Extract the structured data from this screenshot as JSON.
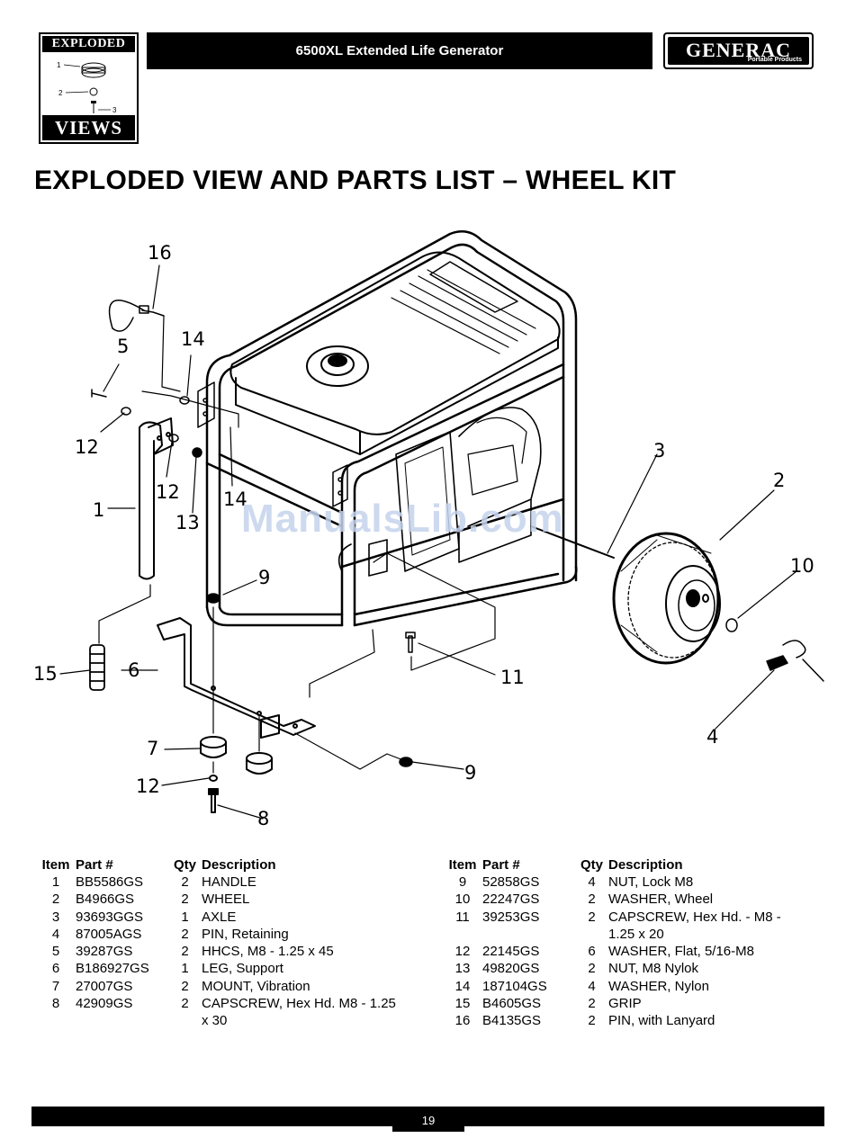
{
  "badge": {
    "top_word": "EXPLODED",
    "bottom_word": "VIEWS",
    "mini_callouts": [
      "1",
      "2",
      "3"
    ]
  },
  "header": {
    "title": "6500XL Extended Life Generator"
  },
  "logo": {
    "brand": "GENERAC",
    "tagline": "Portable Products"
  },
  "heading": "EXPLODED VIEW AND PARTS LIST – WHEEL KIT",
  "diagram": {
    "watermark": "ManualsLib.com",
    "callouts": [
      "16",
      "5",
      "14",
      "12",
      "12",
      "13",
      "14",
      "1",
      "3",
      "2",
      "10",
      "9",
      "15",
      "6",
      "11",
      "4",
      "7",
      "12",
      "9",
      "8"
    ]
  },
  "table_headers": {
    "item": "Item",
    "part": "Part #",
    "qty": "Qty",
    "desc": "Description"
  },
  "parts_left": [
    {
      "item": "1",
      "part": "BB5586GS",
      "qty": "2",
      "desc": "HANDLE"
    },
    {
      "item": "2",
      "part": "B4966GS",
      "qty": "2",
      "desc": "WHEEL"
    },
    {
      "item": "3",
      "part": "93693GGS",
      "qty": "1",
      "desc": "AXLE"
    },
    {
      "item": "4",
      "part": "87005AGS",
      "qty": "2",
      "desc": "PIN, Retaining"
    },
    {
      "item": "5",
      "part": "39287GS",
      "qty": "2",
      "desc": "HHCS, M8 - 1.25 x 45"
    },
    {
      "item": "6",
      "part": "B186927GS",
      "qty": "1",
      "desc": "LEG, Support"
    },
    {
      "item": "7",
      "part": "27007GS",
      "qty": "2",
      "desc": "MOUNT, Vibration"
    },
    {
      "item": "8",
      "part": "42909GS",
      "qty": "2",
      "desc": "CAPSCREW, Hex Hd. M8 - 1.25"
    },
    {
      "item": "",
      "part": "",
      "qty": "",
      "desc": "x 30"
    }
  ],
  "parts_right": [
    {
      "item": "9",
      "part": "52858GS",
      "qty": "4",
      "desc": "NUT, Lock M8"
    },
    {
      "item": "10",
      "part": "22247GS",
      "qty": "2",
      "desc": "WASHER, Wheel"
    },
    {
      "item": "11",
      "part": "39253GS",
      "qty": "2",
      "desc": "CAPSCREW, Hex Hd. - M8 -"
    },
    {
      "item": "",
      "part": "",
      "qty": "",
      "desc": "1.25 x 20"
    },
    {
      "item": "12",
      "part": "22145GS",
      "qty": "6",
      "desc": "WASHER, Flat, 5/16-M8"
    },
    {
      "item": "13",
      "part": "49820GS",
      "qty": "2",
      "desc": "NUT, M8 Nylok"
    },
    {
      "item": "14",
      "part": "187104GS",
      "qty": "4",
      "desc": "WASHER, Nylon"
    },
    {
      "item": "15",
      "part": "B4605GS",
      "qty": "2",
      "desc": "GRIP"
    },
    {
      "item": "16",
      "part": "B4135GS",
      "qty": "2",
      "desc": "PIN, with Lanyard"
    }
  ],
  "footer": {
    "page_number": "19"
  }
}
